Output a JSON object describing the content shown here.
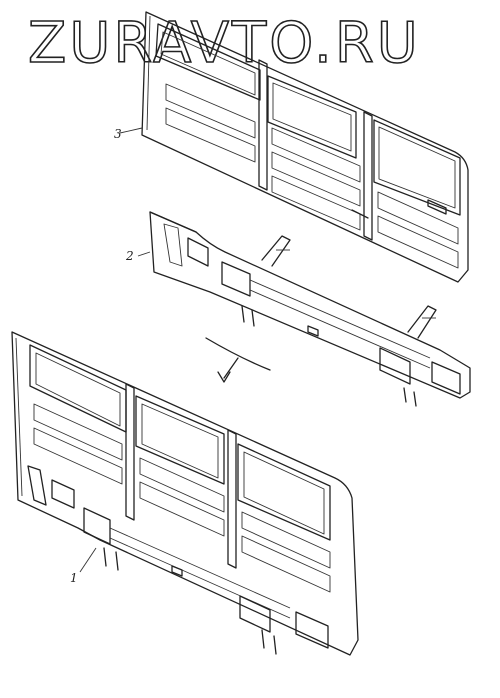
{
  "watermark": "ZURAVTO.RU",
  "callouts": {
    "part1": "1",
    "part2": "2",
    "part3": "3"
  },
  "colors": {
    "ink": "#222222",
    "background": "#ffffff"
  }
}
